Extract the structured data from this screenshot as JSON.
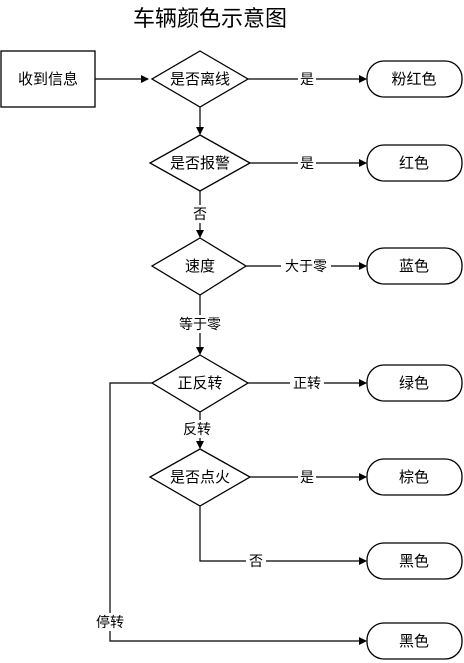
{
  "title": "车辆颜色示意图",
  "nodes": {
    "start": "收到信息",
    "offline": "是否离线",
    "alarm": "是否报警",
    "speed": "速度",
    "direction": "正反转",
    "ignition": "是否点火",
    "pink": "粉红色",
    "red": "红色",
    "blue": "蓝色",
    "green": "绿色",
    "brown": "棕色",
    "black1": "黑色",
    "black2": "黑色"
  },
  "edges": {
    "offline_yes": "是",
    "alarm_yes": "是",
    "alarm_no": "否",
    "speed_gt_zero": "大于零",
    "speed_eq_zero": "等于零",
    "dir_forward": "正转",
    "dir_reverse": "反转",
    "dir_stop": "停转",
    "ign_yes": "是",
    "ign_no": "否"
  },
  "colors": {
    "stroke": "#000000",
    "background": "#ffffff"
  }
}
